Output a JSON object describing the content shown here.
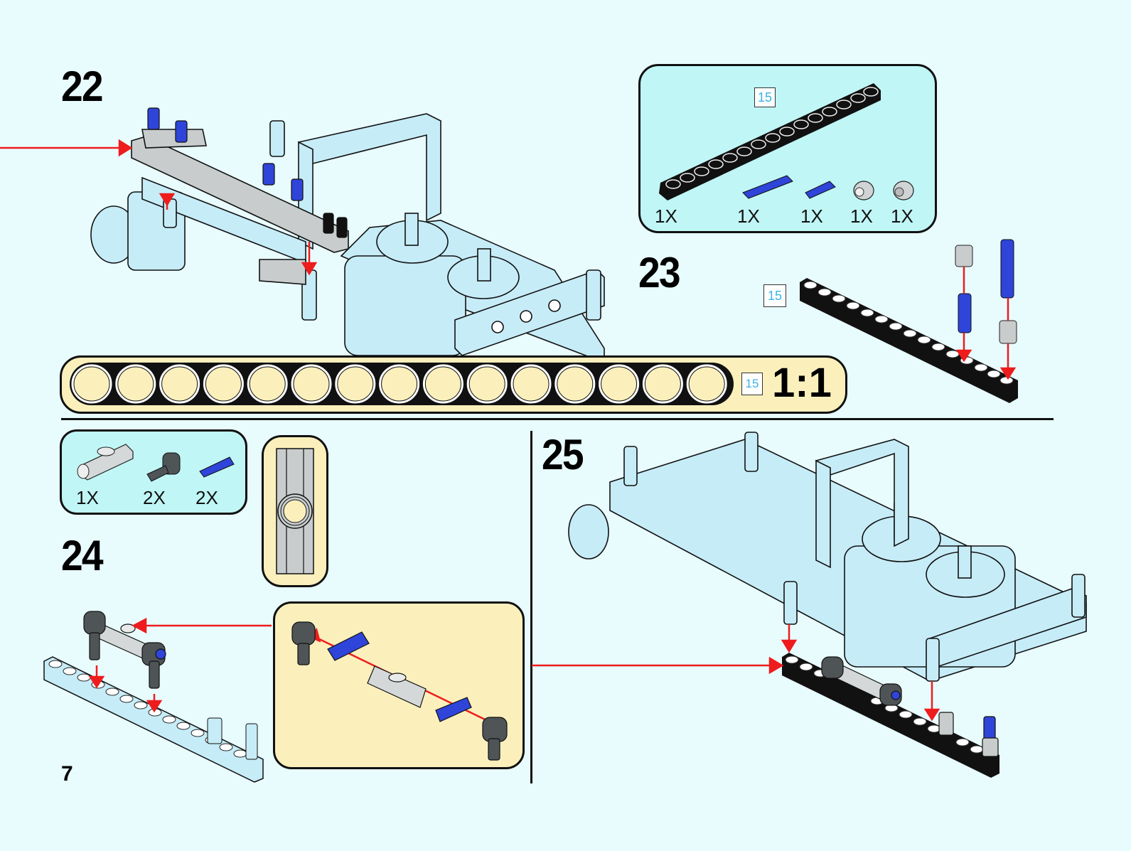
{
  "page": {
    "number": "7",
    "background": "#e8fbfd"
  },
  "colors": {
    "arrow": "#ee1c1c",
    "model_part": "#c6ecf7",
    "new_part_gray": "#c8cccc",
    "blue_pin": "#2f44d8",
    "dark_gray": "#4f5556",
    "black_beam": "#111111",
    "parts_box_bg": "#c0f6f6",
    "callout_bg": "#fbf0bc",
    "length_tag_text": "#3cb3e6"
  },
  "steps": {
    "step22": {
      "number": "22"
    },
    "step23": {
      "number": "23",
      "length_tag": "15",
      "parts_list": {
        "length_tag": "15",
        "items": [
          {
            "icon": "beam-15-black-icon",
            "qty": "1X"
          },
          {
            "icon": "blue-long-pin-icon",
            "qty": "1X"
          },
          {
            "icon": "blue-axle-pin-icon",
            "qty": "1X"
          },
          {
            "icon": "gray-hex-bush-icon",
            "qty": "1X"
          },
          {
            "icon": "gray-bush-icon",
            "qty": "1X"
          }
        ]
      }
    },
    "step24": {
      "number": "24",
      "parts_list": {
        "items": [
          {
            "icon": "gray-axle-connector-icon",
            "qty": "1X"
          },
          {
            "icon": "dark-gray-angle-connector-icon",
            "qty": "2X"
          },
          {
            "icon": "blue-axle-pin-icon",
            "qty": "2X"
          }
        ]
      }
    },
    "step25": {
      "number": "25"
    }
  },
  "ruler": {
    "holes": 15,
    "length_tag": "15",
    "scale_label": "1:1"
  }
}
